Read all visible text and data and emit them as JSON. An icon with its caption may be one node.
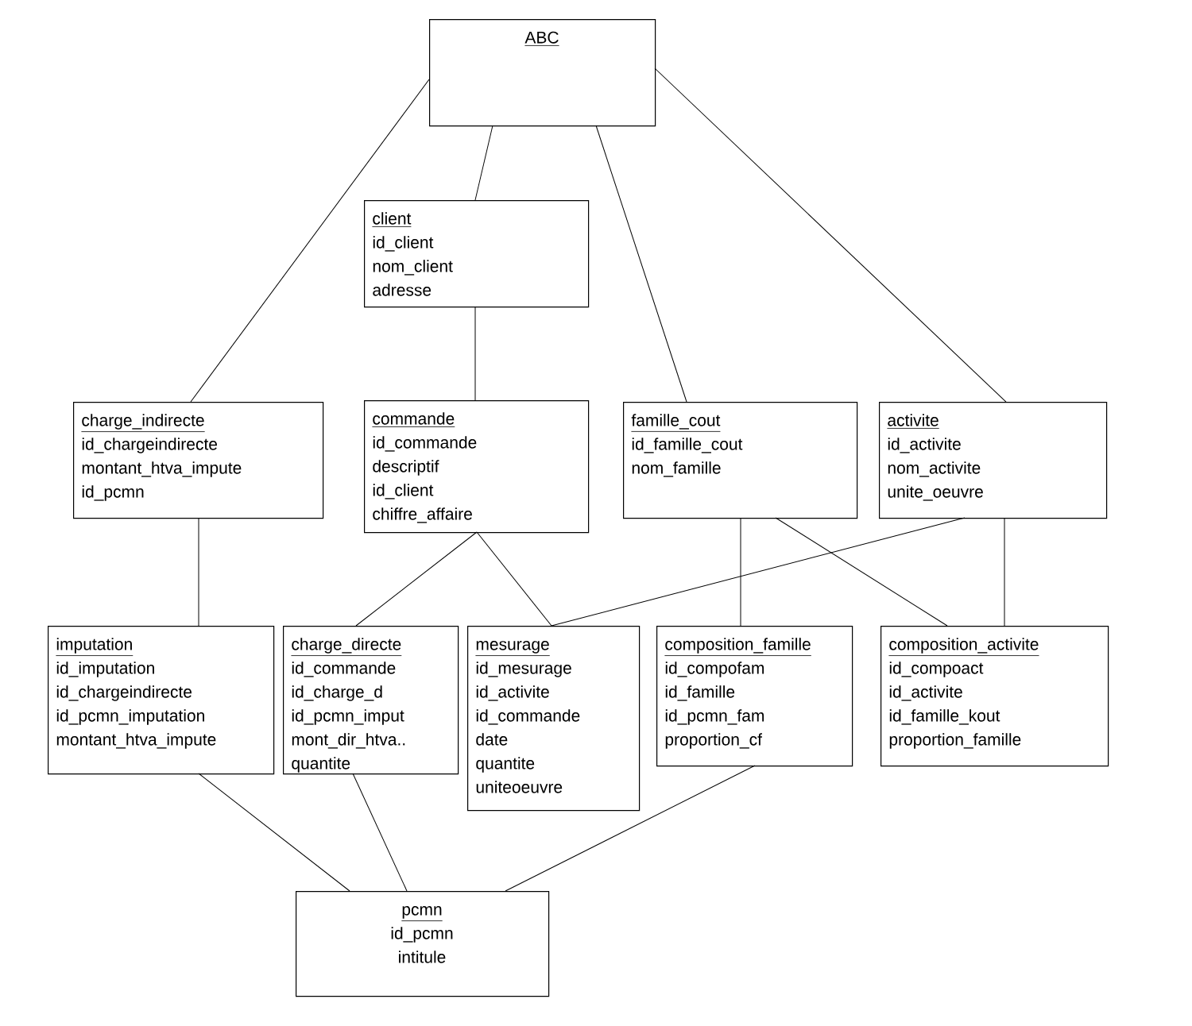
{
  "diagram": {
    "nodes": [
      {
        "text": [
          "ABC"
        ]
      },
      {
        "text": [
          "client",
          "id_client",
          "nom_client",
          "adresse"
        ]
      },
      {
        "text": [
          "charge_indirecte",
          "id_chargeindirecte",
          "montant_htva_impute",
          "id_pcmn"
        ]
      },
      {
        "text": [
          "commande",
          "id_commande",
          "descriptif",
          "id_client",
          "chiffre_affaire"
        ]
      },
      {
        "text": [
          "famille_cout",
          "id_famille_cout",
          "nom_famille"
        ]
      },
      {
        "text": [
          "activite",
          "id_activite",
          "nom_activite",
          "unite_oeuvre"
        ]
      },
      {
        "text": [
          "imputation",
          "id_imputation",
          "id_chargeindirecte",
          "id_pcmn_imputation",
          "montant_htva_impute"
        ]
      },
      {
        "text": [
          "charge_directe",
          "id_commande",
          "id_charge_d",
          "id_pcmn_imput",
          "mont_dir_htva..",
          "quantite"
        ]
      },
      {
        "text": [
          "mesurage",
          "id_mesurage",
          "id_activite",
          "id_commande",
          "date",
          "quantite",
          "uniteoeuvre"
        ]
      },
      {
        "text": [
          "composition_famille",
          "id_compofam",
          "id_famille",
          "id_pcmn_fam",
          "proportion_cf"
        ]
      },
      {
        "text": [
          "composition_activite",
          "id_compoact",
          "id_activite",
          "id_famille_kout",
          "proportion_famille"
        ]
      },
      {
        "text": [
          "pcmn",
          "id_pcmn",
          "intitule"
        ]
      }
    ],
    "edges": [
      {
        "from": 0,
        "to": 2,
        "arrow": "none"
      },
      {
        "from": 0,
        "to": 1,
        "arrow": "none"
      },
      {
        "from": 0,
        "to": 4,
        "arrow": "none"
      },
      {
        "from": 0,
        "to": 5,
        "arrow": "none"
      },
      {
        "from": 1,
        "to": 3,
        "arrow": "none"
      },
      {
        "from": 2,
        "to": 6,
        "arrow": "none"
      },
      {
        "from": 3,
        "to": 7,
        "arrow": "none"
      },
      {
        "from": 3,
        "to": 8,
        "arrow": "none"
      },
      {
        "from": 5,
        "to": 8,
        "arrow": "none"
      },
      {
        "from": 4,
        "to": 9,
        "arrow": "none"
      },
      {
        "from": 4,
        "to": 10,
        "arrow": "none"
      },
      {
        "from": 5,
        "to": 10,
        "arrow": "none"
      },
      {
        "from": 6,
        "to": 11,
        "arrow": "none"
      },
      {
        "from": 7,
        "to": 11,
        "arrow": "none"
      },
      {
        "from": 9,
        "to": 11,
        "arrow": "none"
      }
    ]
  }
}
